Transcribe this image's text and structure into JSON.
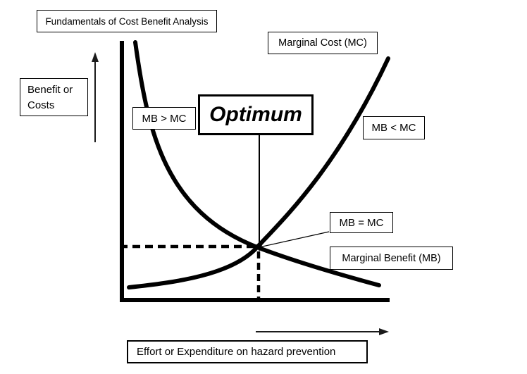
{
  "header": {
    "title": "Fundamentals of Cost Benefit Analysis"
  },
  "axes": {
    "y_label": "Benefit or Costs",
    "x_label": "Effort or Expenditure on hazard prevention"
  },
  "curves": {
    "marginal_cost_label": "Marginal Cost (MC)",
    "marginal_benefit_label": "Marginal Benefit (MB)"
  },
  "annotations": {
    "optimum_label": "Optimum",
    "region_left_label": "MB > MC",
    "region_right_label": "MB < MC",
    "equilibrium_label": "MB = MC"
  },
  "colors": {
    "ink": "#000000",
    "background": "#ffffff",
    "thin_arrow": "#1a1a1a"
  }
}
